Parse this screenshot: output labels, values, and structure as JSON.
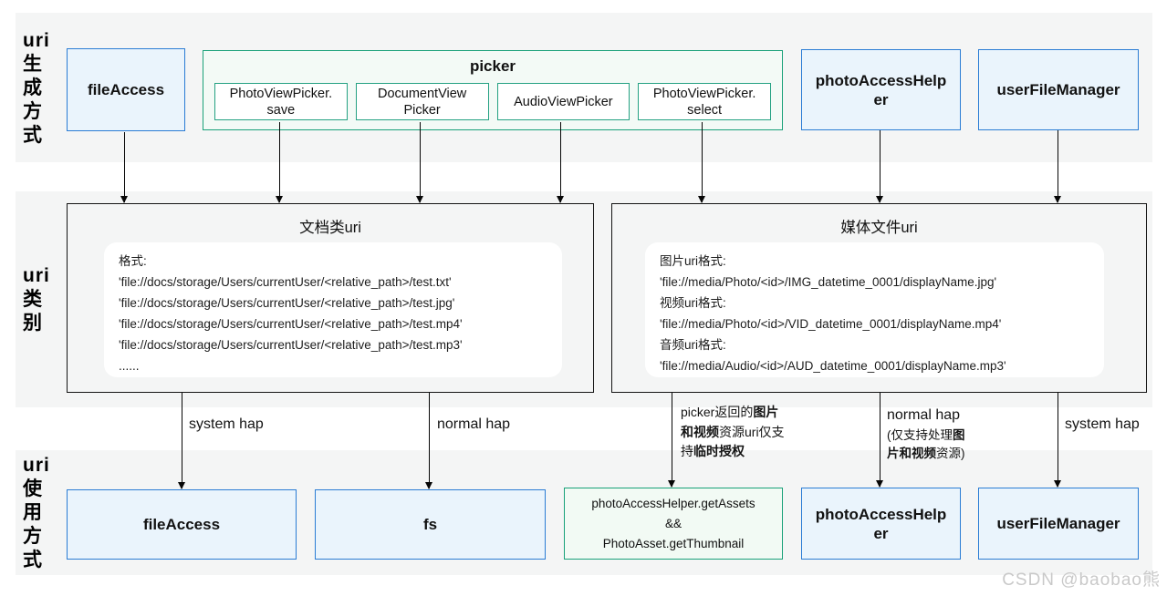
{
  "diagram": {
    "side_labels": {
      "generation": "uri\n生\n成\n方\n式",
      "category": "uri\n类\n别",
      "usage": "uri\n使\n用\n方\n式"
    },
    "generation_row": {
      "file_access": "fileAccess",
      "picker": {
        "title": "picker",
        "items": [
          {
            "label": "PhotoViewPicker.\nsave"
          },
          {
            "label": "DocumentView\nPicker"
          },
          {
            "label": "AudioViewPicker"
          },
          {
            "label": "PhotoViewPicker.\nselect"
          }
        ]
      },
      "photo_access_helper": "photoAccessHelper",
      "user_file_manager": "userFileManager"
    },
    "category_row": {
      "doc_uri": {
        "title": "文档类uri",
        "content": "格式:\n'file://docs/storage/Users/currentUser/<relative_path>/test.txt'\n'file://docs/storage/Users/currentUser/<relative_path>/test.jpg'\n'file://docs/storage/Users/currentUser/<relative_path>/test.mp4'\n'file://docs/storage/Users/currentUser/<relative_path>/test.mp3'\n......"
      },
      "media_uri": {
        "title": "媒体文件uri",
        "content": "图片uri格式:\n'file://media/Photo/<id>/IMG_datetime_0001/displayName.jpg'\n视频uri格式:\n'file://media/Photo/<id>/VID_datetime_0001/displayName.mp4'\n音频uri格式:\n'file://media/Audio/<id>/AUD_datetime_0001/displayName.mp3'"
      }
    },
    "edge_labels": {
      "system_hap_left": "system hap",
      "normal_hap_left": "normal hap",
      "picker_note_lines": [
        [
          {
            "t": "picker返回的",
            "b": false
          },
          {
            "t": "图片",
            "b": true
          }
        ],
        [
          {
            "t": "和视频",
            "b": true
          },
          {
            "t": "资源uri仅支",
            "b": false
          }
        ],
        [
          {
            "t": "持",
            "b": false
          },
          {
            "t": "临时授权",
            "b": true
          }
        ]
      ],
      "normal_hap_right": "normal hap",
      "normal_hap_note_lines": [
        [
          {
            "t": "(仅支持处理",
            "b": false
          },
          {
            "t": "图",
            "b": true
          }
        ],
        [
          {
            "t": "片和视频",
            "b": true
          },
          {
            "t": "资源)",
            "b": false
          }
        ]
      ],
      "system_hap_right": "system hap"
    },
    "usage_row": {
      "file_access": "fileAccess",
      "fs": "fs",
      "media_api": "photoAccessHelper.getAssets\n&&\nPhotoAsset.getThumbnail",
      "photo_access_helper": "photoAccessHelper",
      "user_file_manager": "userFileManager"
    },
    "watermark": "CSDN @baobao熊",
    "colors": {
      "blue_border": "#2a7cd4",
      "blue_fill": "#eaf4fc",
      "green_border": "#19a179",
      "green_fill_picker": "#f3faf6",
      "green_fill_api": "#f2faf4",
      "band_gray": "#f4f5f5",
      "dark_box_border": "#141414",
      "watermark_gray": "#c9c9c9"
    }
  }
}
